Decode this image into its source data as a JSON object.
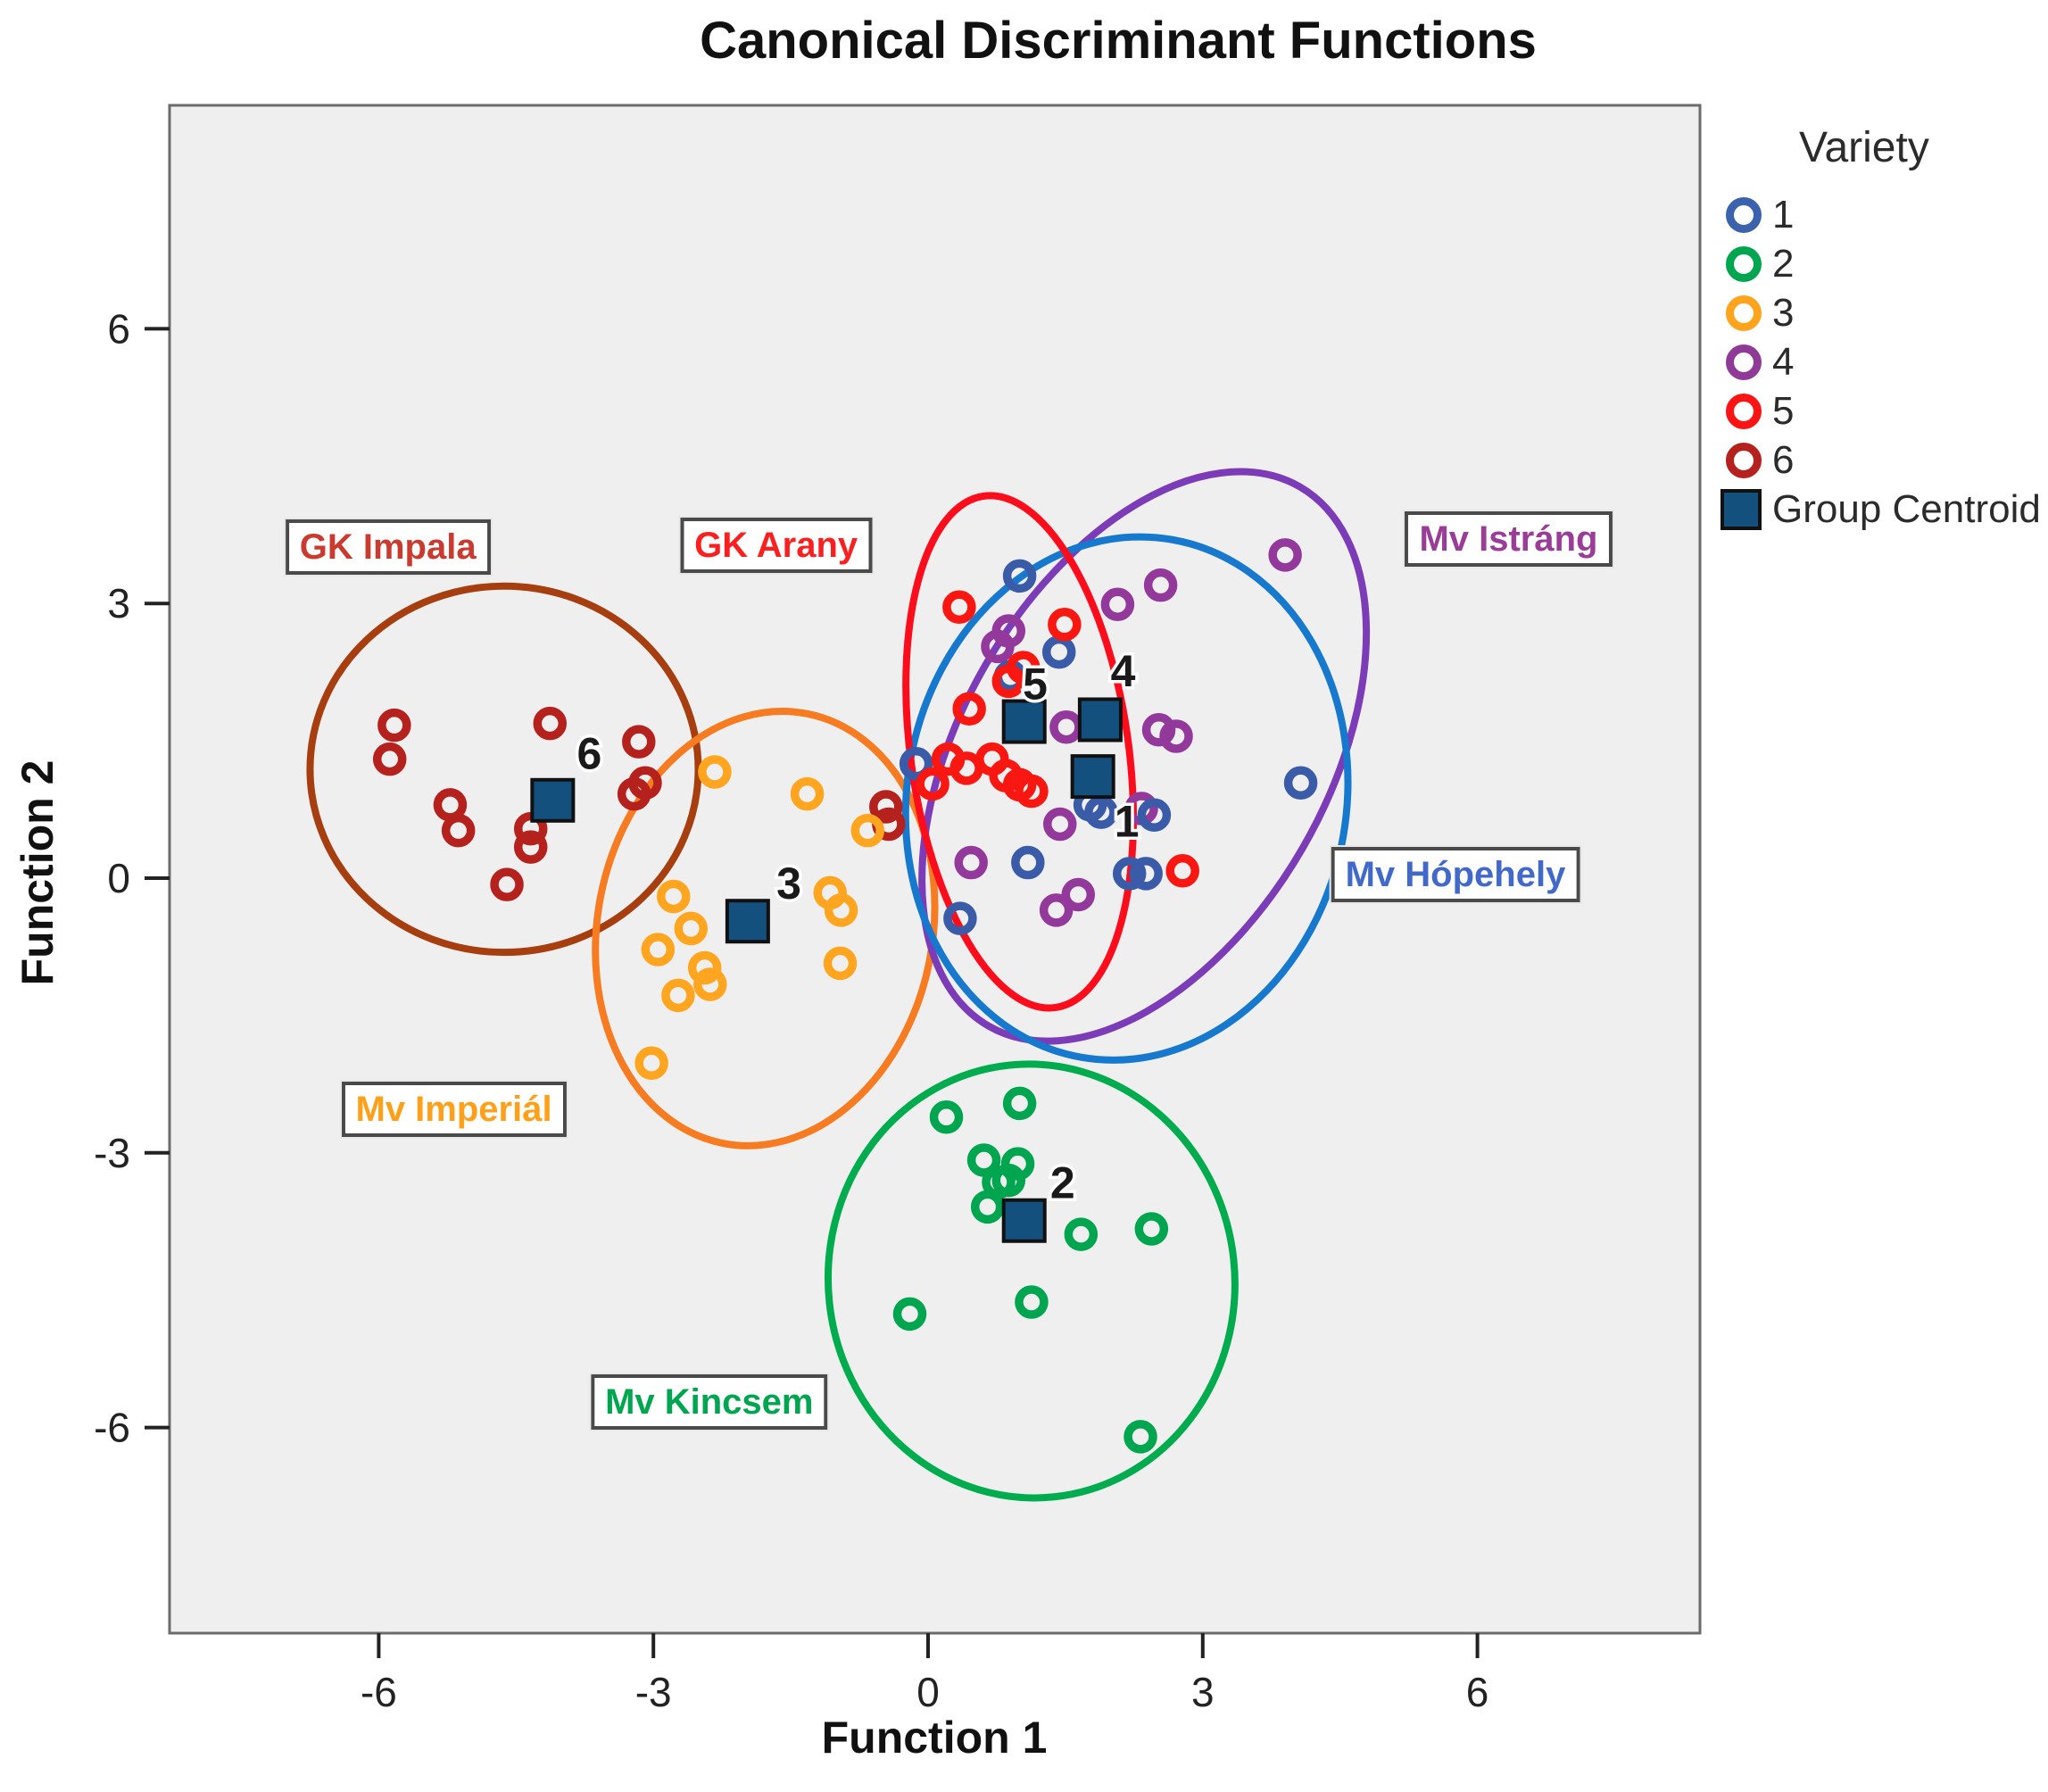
{
  "title": "Canonical Discriminant Functions",
  "axes": {
    "x_label": "Function 1",
    "y_label": "Function 2",
    "x_ticks": [
      -6,
      -3,
      0,
      3,
      6
    ],
    "y_ticks": [
      6,
      3,
      0,
      -3,
      -6
    ]
  },
  "legend": {
    "title": "Variety",
    "items": [
      {
        "label": "1",
        "shape": "ring",
        "color": "#3a62ad"
      },
      {
        "label": "2",
        "shape": "ring",
        "color": "#00a64f"
      },
      {
        "label": "3",
        "shape": "ring",
        "color": "#ffa41c"
      },
      {
        "label": "4",
        "shape": "ring",
        "color": "#8e3a96"
      },
      {
        "label": "5",
        "shape": "ring",
        "color": "#fa1414"
      },
      {
        "label": "6",
        "shape": "ring",
        "color": "#b5211d"
      },
      {
        "label": "Group Centroid",
        "shape": "square",
        "color": "#14507e"
      }
    ]
  },
  "chart_data": {
    "type": "scatter",
    "title": "Canonical Discriminant Functions",
    "xlabel": "Function 1",
    "ylabel": "Function 2",
    "xlim": [
      -8.3,
      8.4
    ],
    "ylim": [
      -8.2,
      8.4
    ],
    "x_ticks": [
      -6,
      -3,
      0,
      3,
      6
    ],
    "y_ticks": [
      6,
      3,
      0,
      -3,
      -6
    ],
    "grid": false,
    "legend_position": "right-top",
    "centroid_color": "#14507e",
    "series": [
      {
        "id": "variety-1",
        "legend_label": "1",
        "point_color": "#3a5ba8",
        "ellipse_color": "#1779ce",
        "ellipse": {
          "cx": 2.17,
          "cy": 0.87,
          "rx": 2.4,
          "ry": 2.87,
          "rot": 10
        },
        "centroid": {
          "x": 1.8,
          "y": 1.11,
          "label": "1",
          "label_dx": 0.37,
          "label_dy": -0.5
        },
        "cluster_label": {
          "text": "Mv Hópehely",
          "x": 5.76,
          "y": 0.04,
          "color": "#4169c9"
        },
        "points": [
          [
            1.0,
            3.3
          ],
          [
            1.43,
            2.47
          ],
          [
            -0.13,
            1.25
          ],
          [
            0.9,
            2.2
          ],
          [
            1.09,
            0.17
          ],
          [
            0.35,
            -0.44
          ],
          [
            2.2,
            0.05
          ],
          [
            2.38,
            0.05
          ],
          [
            2.47,
            0.69
          ],
          [
            4.07,
            1.04
          ],
          [
            1.77,
            0.8
          ],
          [
            1.89,
            0.72
          ]
        ]
      },
      {
        "id": "variety-2",
        "legend_label": "2",
        "point_color": "#00a64f",
        "ellipse_color": "#00ac4e",
        "ellipse": {
          "cx": 1.13,
          "cy": -4.4,
          "rx": 2.22,
          "ry": 2.37,
          "rot": -6
        },
        "centroid": {
          "x": 1.05,
          "y": -3.74,
          "label": "2",
          "label_dx": 0.42,
          "label_dy": 0.4
        },
        "cluster_label": {
          "text": "Mv Kincsem",
          "x": -2.39,
          "y": -5.72,
          "color": "#00a64f"
        },
        "points": [
          [
            0.2,
            -2.61
          ],
          [
            1.0,
            -2.46
          ],
          [
            0.61,
            -3.08
          ],
          [
            0.98,
            -3.12
          ],
          [
            0.77,
            -3.32
          ],
          [
            0.65,
            -3.59
          ],
          [
            0.88,
            -3.3
          ],
          [
            1.67,
            -3.89
          ],
          [
            2.44,
            -3.83
          ],
          [
            1.13,
            -4.63
          ],
          [
            -0.2,
            -4.76
          ],
          [
            2.32,
            -6.1
          ]
        ]
      },
      {
        "id": "variety-3",
        "legend_label": "3",
        "point_color": "#ffa51f",
        "ellipse_color": "#f77b21",
        "ellipse": {
          "cx": -1.78,
          "cy": -0.55,
          "rx": 1.83,
          "ry": 2.39,
          "rot": 11
        },
        "centroid": {
          "x": -1.97,
          "y": -0.47,
          "label": "3",
          "label_dx": 0.45,
          "label_dy": 0.4
        },
        "cluster_label": {
          "text": "Mv Imperiál",
          "x": -5.18,
          "y": -2.52,
          "color": "#ffa01a"
        },
        "points": [
          [
            -2.33,
            1.16
          ],
          [
            -1.32,
            0.92
          ],
          [
            -0.66,
            0.52
          ],
          [
            -1.07,
            -0.16
          ],
          [
            -0.95,
            -0.35
          ],
          [
            -2.78,
            -0.2
          ],
          [
            -2.59,
            -0.55
          ],
          [
            -2.95,
            -0.78
          ],
          [
            -2.44,
            -0.98
          ],
          [
            -2.38,
            -1.16
          ],
          [
            -2.73,
            -1.28
          ],
          [
            -0.96,
            -0.93
          ],
          [
            -3.02,
            -2.02
          ]
        ]
      },
      {
        "id": "variety-4",
        "legend_label": "4",
        "point_color": "#93399b",
        "ellipse_color": "#7c3cb8",
        "ellipse": {
          "cx": 2.36,
          "cy": 1.33,
          "rx": 2.0,
          "ry": 3.4,
          "rot": 30
        },
        "centroid": {
          "x": 1.88,
          "y": 1.73,
          "label": "4",
          "label_dx": 0.25,
          "label_dy": 0.52
        },
        "cluster_label": {
          "text": "Mv Istráng",
          "x": 6.34,
          "y": 3.7,
          "color": "#9a3d97"
        },
        "points": [
          [
            0.76,
            2.53
          ],
          [
            0.88,
            2.7
          ],
          [
            2.07,
            2.99
          ],
          [
            2.54,
            3.2
          ],
          [
            3.9,
            3.53
          ],
          [
            2.52,
            1.62
          ],
          [
            2.71,
            1.55
          ],
          [
            1.51,
            1.65
          ],
          [
            1.44,
            0.59
          ],
          [
            0.47,
            0.17
          ],
          [
            1.64,
            -0.18
          ],
          [
            2.33,
            0.76
          ],
          [
            1.4,
            -0.35
          ]
        ]
      },
      {
        "id": "variety-5",
        "legend_label": "5",
        "point_color": "#f91711",
        "ellipse_color": "#fc0d1b",
        "ellipse": {
          "cx": 1.0,
          "cy": 1.38,
          "rx": 1.19,
          "ry": 2.82,
          "rot": -8
        },
        "centroid": {
          "x": 1.05,
          "y": 1.71,
          "label": "5",
          "label_dx": 0.12,
          "label_dy": 0.4
        },
        "cluster_label": {
          "text": "GK Arany",
          "x": -1.66,
          "y": 3.64,
          "color": "#fb2020"
        },
        "points": [
          [
            0.34,
            2.96
          ],
          [
            1.49,
            2.77
          ],
          [
            1.04,
            2.3
          ],
          [
            0.88,
            2.15
          ],
          [
            0.45,
            1.85
          ],
          [
            0.05,
            1.03
          ],
          [
            0.22,
            1.3
          ],
          [
            0.42,
            1.2
          ],
          [
            0.7,
            1.3
          ],
          [
            0.85,
            1.12
          ],
          [
            1.0,
            1.02
          ],
          [
            1.13,
            0.95
          ],
          [
            2.78,
            0.08
          ]
        ]
      },
      {
        "id": "variety-6",
        "legend_label": "6",
        "point_color": "#b5211d",
        "ellipse_color": "#a63e10",
        "ellipse": {
          "cx": -4.63,
          "cy": 1.19,
          "rx": 2.12,
          "ry": 2.0,
          "rot": 0
        },
        "centroid": {
          "x": -4.1,
          "y": 0.85,
          "label": "6",
          "label_dx": 0.4,
          "label_dy": 0.5
        },
        "cluster_label": {
          "text": "GK Impala",
          "x": -5.9,
          "y": 3.62,
          "color": "#cb3a2e"
        },
        "points": [
          [
            -5.83,
            1.67
          ],
          [
            -5.88,
            1.3
          ],
          [
            -5.22,
            0.8
          ],
          [
            -5.13,
            0.52
          ],
          [
            -4.13,
            1.69
          ],
          [
            -3.16,
            1.49
          ],
          [
            -3.09,
            1.04
          ],
          [
            -3.21,
            0.92
          ],
          [
            -4.34,
            0.54
          ],
          [
            -4.34,
            0.34
          ],
          [
            -4.6,
            -0.07
          ],
          [
            -0.46,
            0.78
          ],
          [
            -0.43,
            0.59
          ]
        ]
      }
    ]
  }
}
